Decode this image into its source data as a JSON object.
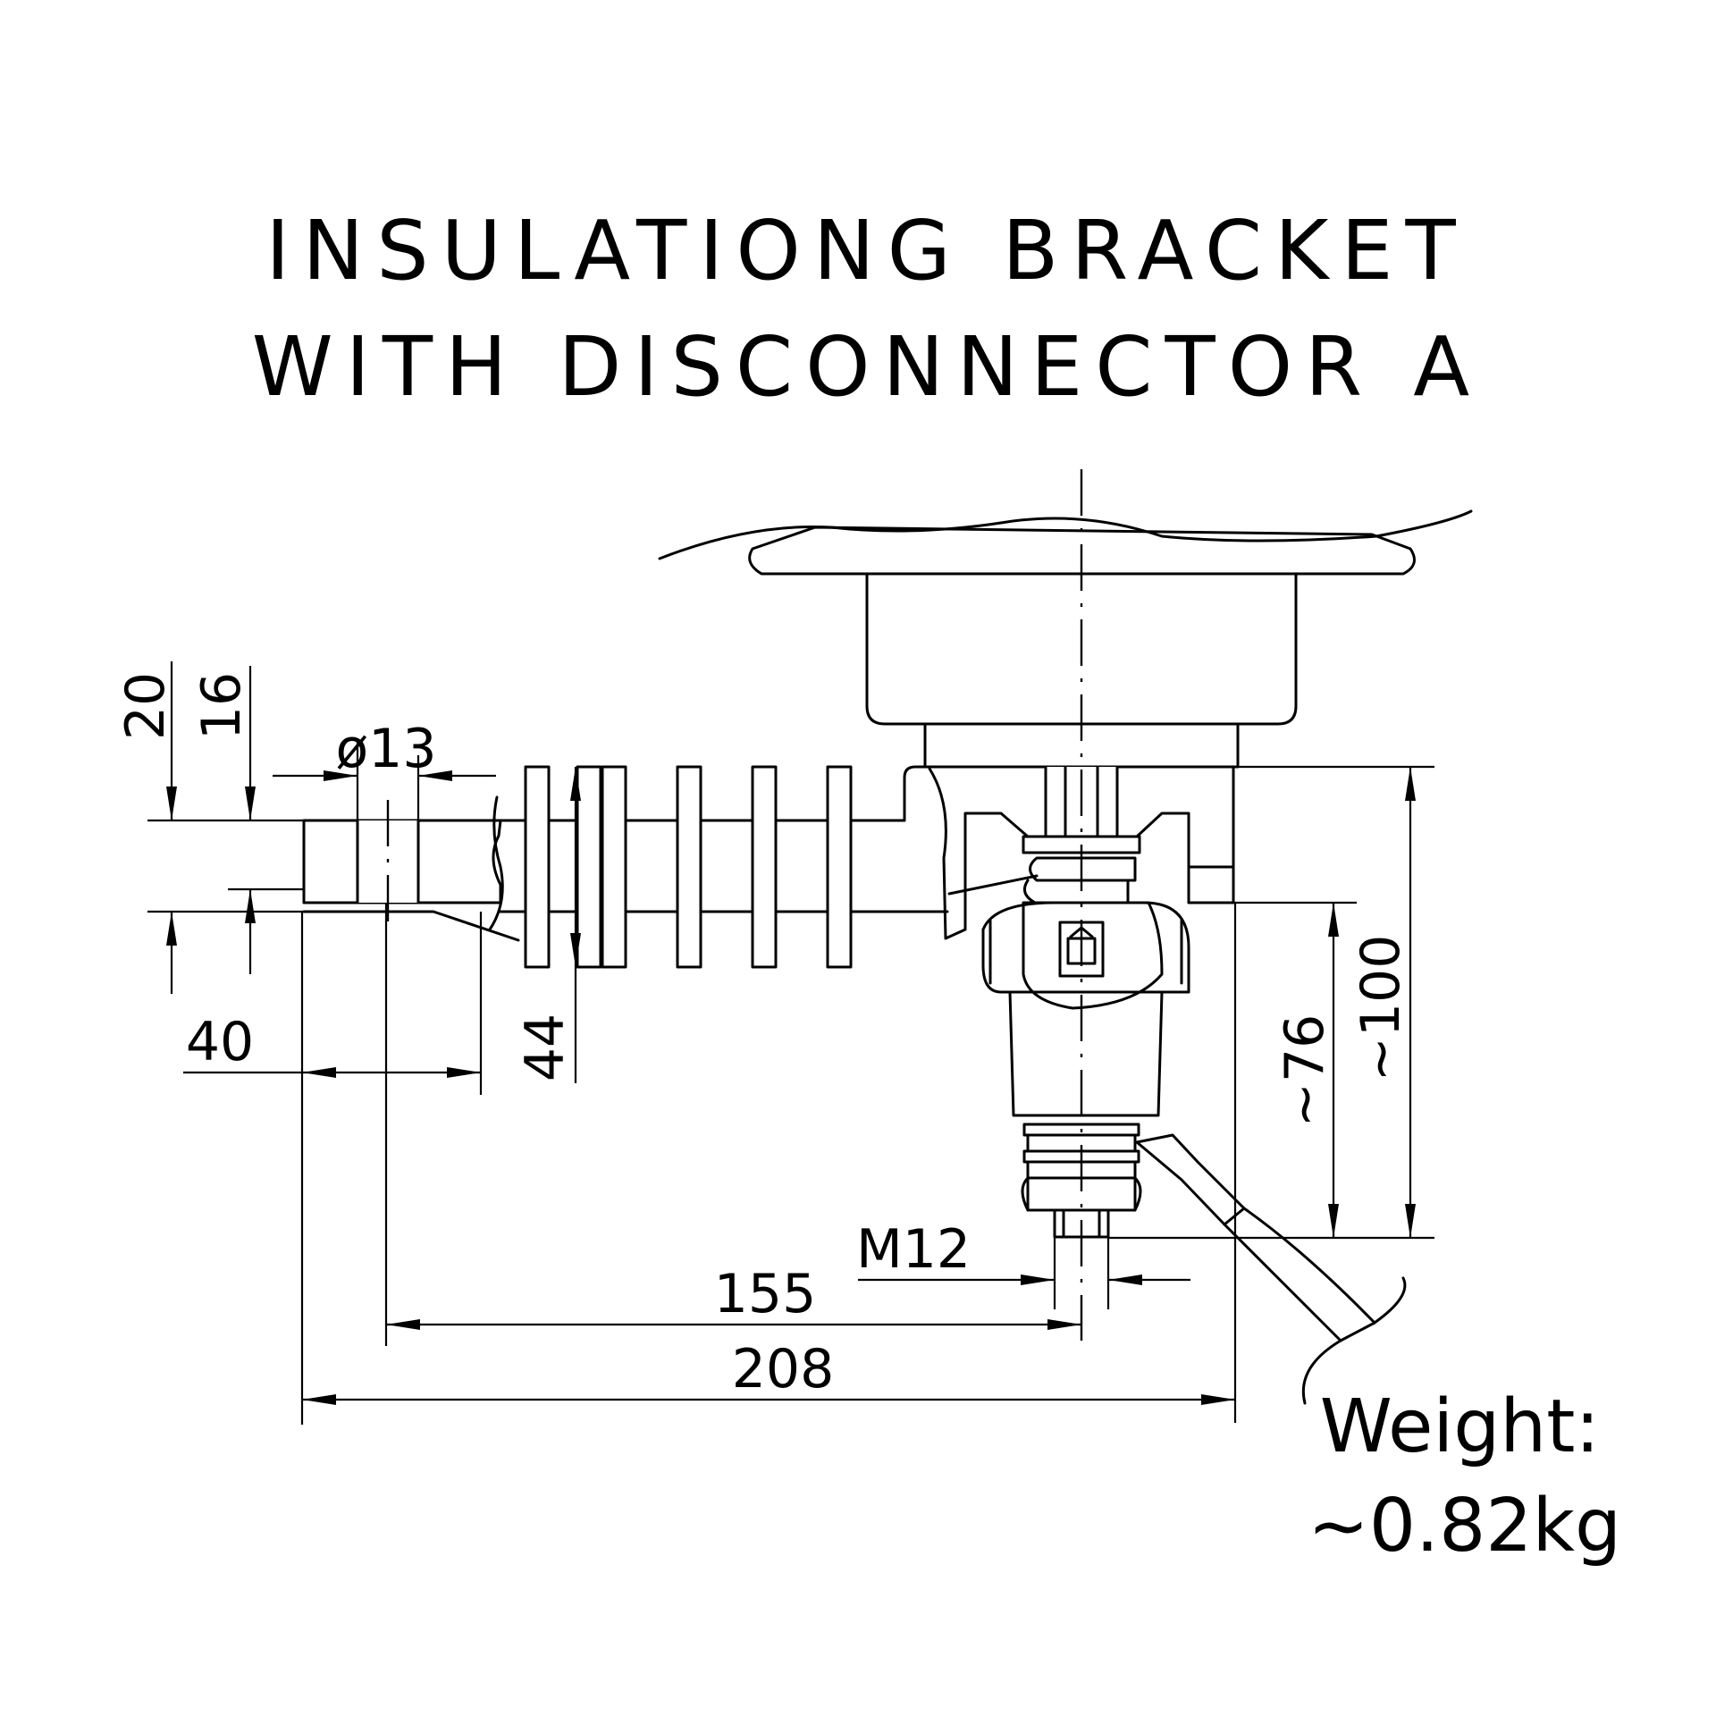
{
  "title": {
    "line1": "INSULATIONG BRACKET",
    "line2": "WITH DISCONNECTOR A"
  },
  "dimensions": {
    "d20": "20",
    "d16": "16",
    "d13": "ø13",
    "d40": "40",
    "d44": "44",
    "d76": "~76",
    "d100": "~100",
    "d155": "155",
    "d208": "208",
    "m12": "M12"
  },
  "weight": {
    "label": "Weight:",
    "value": "~0.82kg"
  },
  "colors": {
    "stroke": "#000000",
    "background": "#ffffff"
  }
}
